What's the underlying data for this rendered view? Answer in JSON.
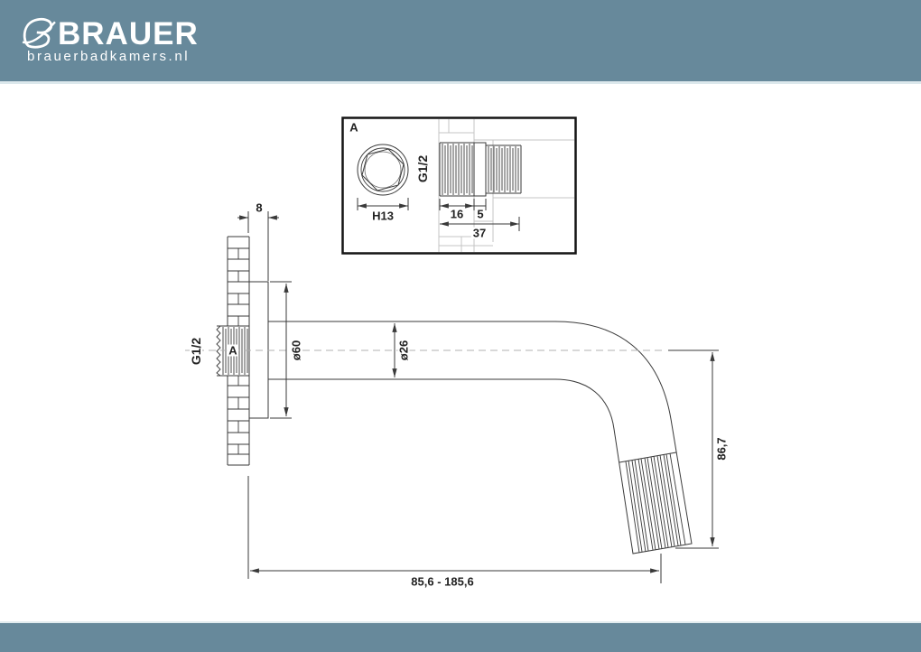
{
  "header": {
    "brand": "BRAUER",
    "domain": "brauerbadkamers.nl",
    "band_color": "#67899b",
    "logo_icon": "brauer-swirl-b-icon"
  },
  "detail_view": {
    "label": "A",
    "hex_dim": "H13",
    "thread_label": "G1/2",
    "dims": {
      "thread_length": "16",
      "gap": "5",
      "total": "37"
    }
  },
  "main_view": {
    "wall_thickness_dim": "8",
    "inlet_thread_label": "G1/2",
    "inlet_marker": "A",
    "flange_diameter": "ø60",
    "spout_diameter": "ø26",
    "spout_height": "86,7",
    "spout_length_range": "85,6 - 185,6"
  },
  "colors": {
    "band": "#67899b",
    "line": "#3a3a3a",
    "construction": "#c4c4c4"
  }
}
